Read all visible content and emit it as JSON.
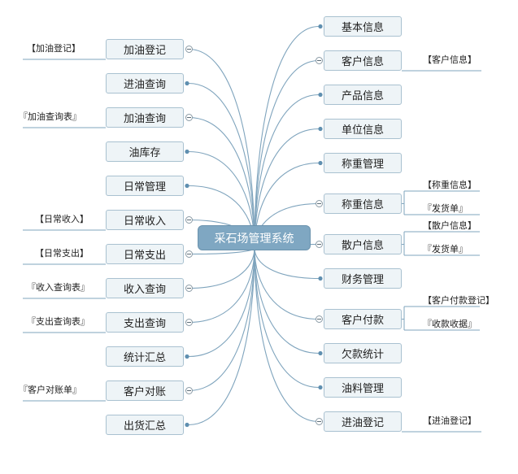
{
  "root": {
    "label": "采石场管理系统"
  },
  "left": [
    {
      "label": "加油登记",
      "note": "【加油登记】",
      "collapsible": true
    },
    {
      "label": "进油查询"
    },
    {
      "label": "加油查询",
      "note": "『加油查询表』",
      "collapsible": true
    },
    {
      "label": "油库存"
    },
    {
      "label": "日常管理"
    },
    {
      "label": "日常收入",
      "note": "【日常收入】",
      "collapsible": true
    },
    {
      "label": "日常支出",
      "note": "【日常支出】",
      "collapsible": true
    },
    {
      "label": "收入查询",
      "note": "『收入查询表』",
      "collapsible": true
    },
    {
      "label": "支出查询",
      "note": "『支出查询表』",
      "collapsible": true
    },
    {
      "label": "统计汇总"
    },
    {
      "label": "客户对账",
      "note": "『客户对账单』",
      "collapsible": true
    },
    {
      "label": "出货汇总"
    }
  ],
  "right": [
    {
      "label": "基本信息"
    },
    {
      "label": "客户信息",
      "notes": [
        "【客户信息】"
      ],
      "collapsible": true
    },
    {
      "label": "产品信息"
    },
    {
      "label": "单位信息"
    },
    {
      "label": "称重管理"
    },
    {
      "label": "称重信息",
      "notes": [
        "【称重信息】",
        "『发货单』"
      ],
      "collapsible": true
    },
    {
      "label": "散户信息",
      "notes": [
        "【散户信息】",
        "『发货单』"
      ],
      "collapsible": true
    },
    {
      "label": "财务管理"
    },
    {
      "label": "客户付款",
      "notes": [
        "【客户付款登记】",
        "『收款收据』"
      ],
      "collapsible": true
    },
    {
      "label": "欠款统计"
    },
    {
      "label": "油料管理"
    },
    {
      "label": "进油登记",
      "notes": [
        "【进油登记】"
      ],
      "collapsible": true
    }
  ],
  "colors": {
    "link": "#7fa4bd",
    "node_bg": "#eef4f7",
    "node_border": "#a9c1d0",
    "root_bg": "#7fa7c2",
    "dot": "#5f8fb0"
  }
}
